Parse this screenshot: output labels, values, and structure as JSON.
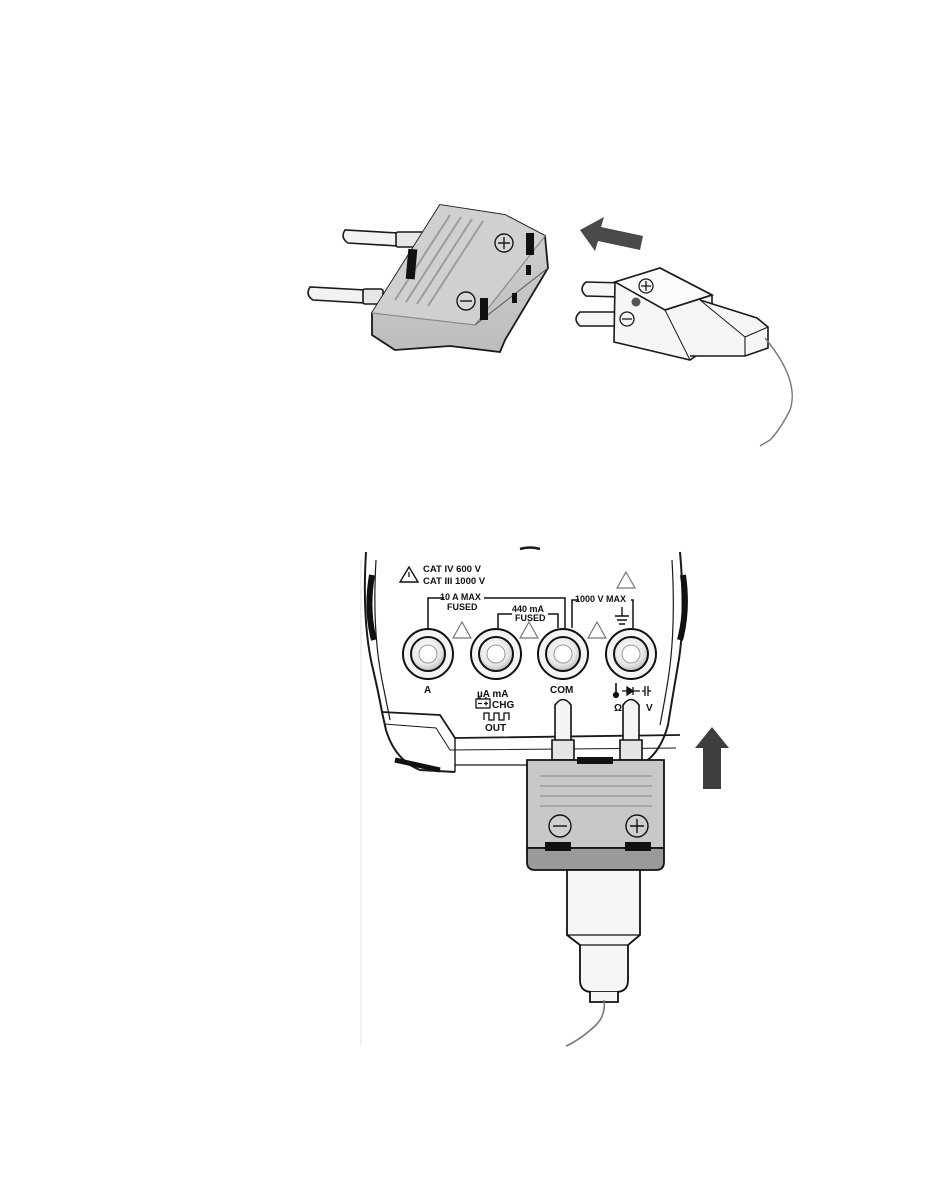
{
  "colors": {
    "body_gray": "#c6c6c6",
    "body_gray_dark": "#9a9a9a",
    "line": "#1a1a1a",
    "arrow": "#4a4a4a",
    "slot": "#111111",
    "plug_white": "#f6f6f6"
  },
  "top_figure": {
    "adapter_plus_icon": "plus-circle-icon",
    "adapter_minus_icon": "minus-circle-icon",
    "plug_plus_icon": "plus-circle-icon",
    "plug_minus_icon": "minus-circle-icon",
    "arrow_icon": "arrow-left-icon"
  },
  "bottom_figure": {
    "rating_line1": "CAT IV 600 V",
    "rating_line2": "CAT III 1000 V",
    "a_bracket_line1": "10 A MAX",
    "a_bracket_line2": "FUSED",
    "ma_bracket_line1": "440 mA",
    "ma_bracket_line2": "FUSED",
    "v_bracket": "1000 V MAX",
    "terminals": {
      "a": "A",
      "ma_line1": "µA mA",
      "ma_line2": "CHG",
      "ma_line3": "OUT",
      "com": "COM",
      "v_line2": "Ω"
    },
    "arrow_icon": "arrow-up-icon"
  }
}
